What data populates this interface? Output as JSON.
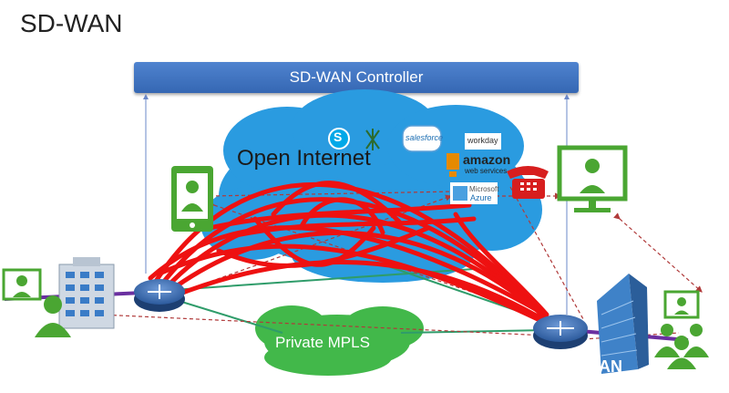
{
  "title": "SD-WAN",
  "controller_label": "SD-WAN Controller",
  "internet_label": "Open Internet",
  "mpls_label": "Private MPLS",
  "partial_label": "AN",
  "logos": {
    "skype": "S",
    "salesforce": "salesforce",
    "workday": "workday",
    "amazon": "amazon",
    "amazon_sub": "web services",
    "microsoft": "Microsoft",
    "azure": "Azure"
  },
  "colors": {
    "controller": "#3f74c2",
    "cloud": "#2a9be0",
    "mpls": "#42b84a",
    "tunnel": "#ee1111",
    "user_icon": "#4aa632",
    "router": "#3d6db0"
  }
}
